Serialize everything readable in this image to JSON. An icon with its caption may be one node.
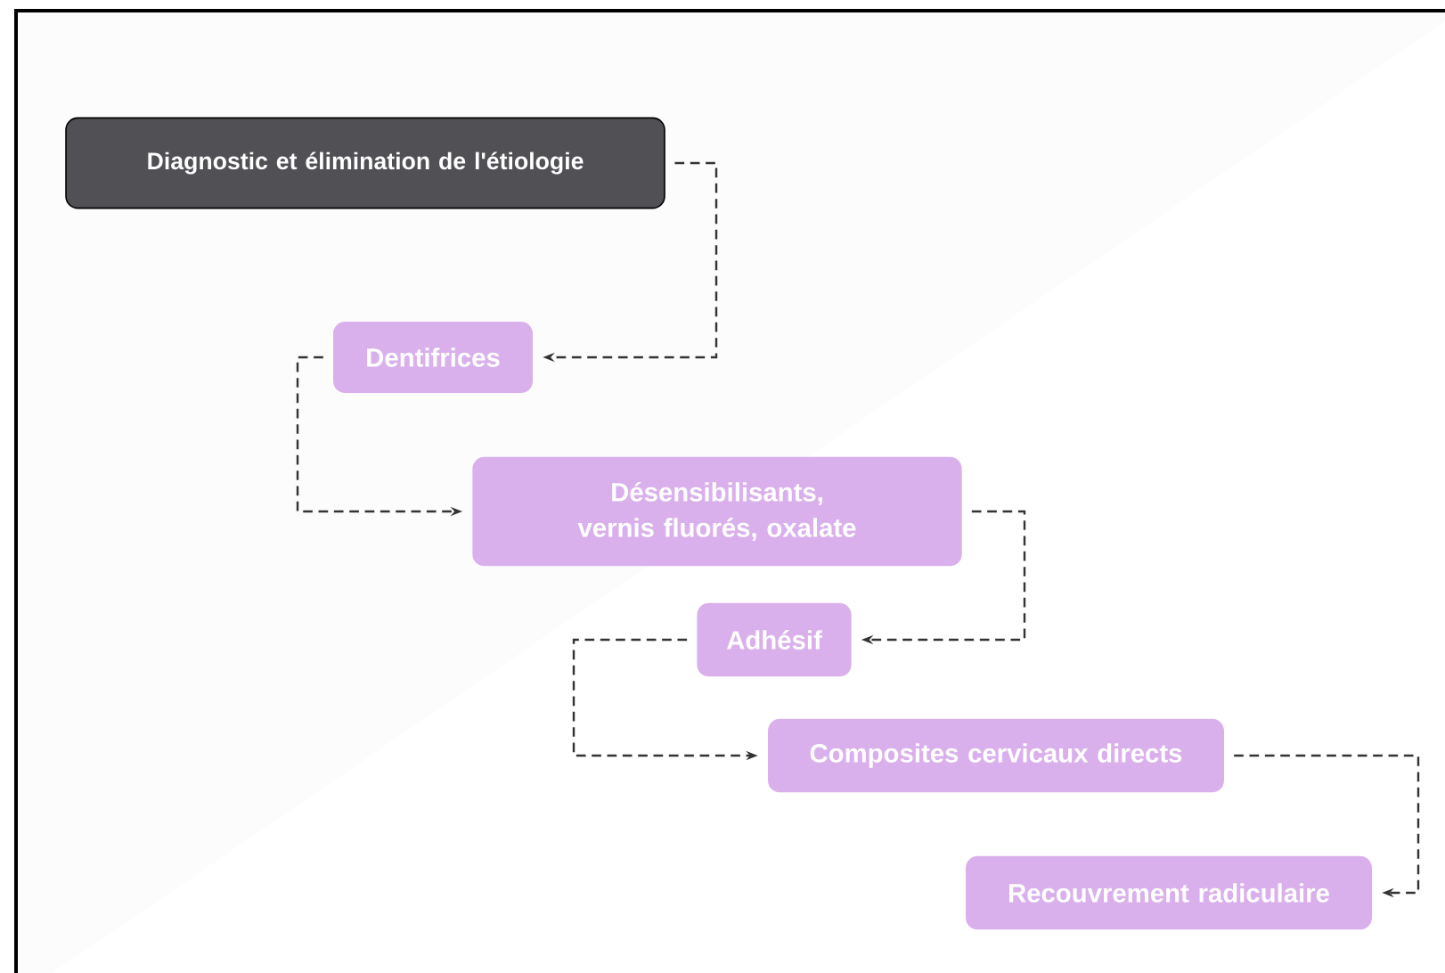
{
  "diagram": {
    "nodes": [
      {
        "text": [
          "Diagnostic et élimination de l'étiologie"
        ]
      },
      {
        "text": [
          "Dentifrices"
        ]
      },
      {
        "text": [
          "Désensibilisants, vernis fluorés, oxalate"
        ]
      },
      {
        "text": [
          "Adhésif"
        ]
      },
      {
        "text": [
          "Composites cervicaux directs"
        ]
      },
      {
        "text": [
          "Recouvrement radiculaire"
        ]
      }
    ],
    "edges": [
      {
        "from": 0,
        "to": 1,
        "arrow": "to",
        "style": "dashed"
      },
      {
        "from": 1,
        "to": 2,
        "arrow": "to",
        "style": "dashed"
      },
      {
        "from": 2,
        "to": 3,
        "arrow": "to",
        "style": "dashed"
      },
      {
        "from": 3,
        "to": 4,
        "arrow": "to",
        "style": "dashed"
      },
      {
        "from": 4,
        "to": 5,
        "arrow": "to",
        "style": "dashed"
      }
    ]
  }
}
